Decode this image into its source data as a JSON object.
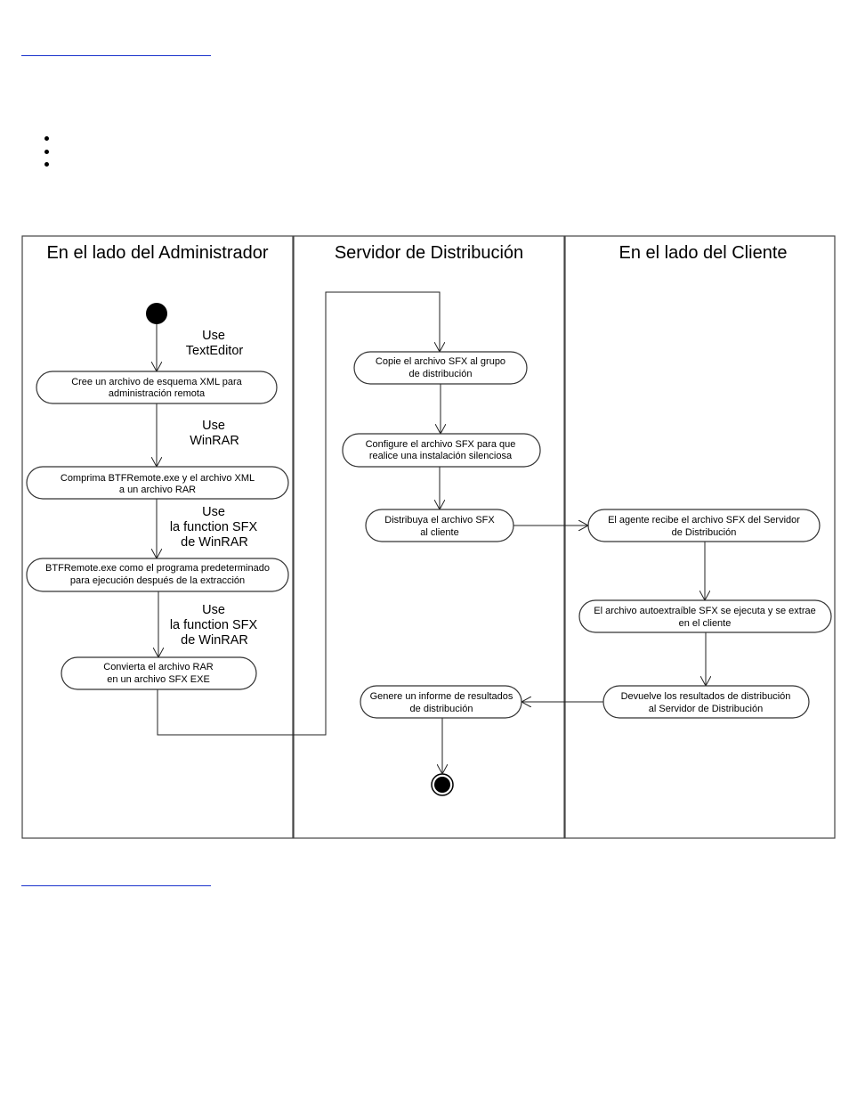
{
  "lanes": [
    {
      "id": "admin",
      "title": "En el lado del Administrador"
    },
    {
      "id": "server",
      "title": "Servidor de Distribución"
    },
    {
      "id": "client",
      "title": "En el lado del Cliente"
    }
  ],
  "nodes": [
    {
      "id": "n1",
      "lines": [
        "Cree un archivo de esquema XML para",
        "administración remota"
      ]
    },
    {
      "id": "n2",
      "lines": [
        "Comprima BTFRemote.exe y el archivo XML",
        "a un archivo RAR"
      ]
    },
    {
      "id": "n3",
      "lines": [
        "BTFRemote.exe como el programa predeterminado",
        "para ejecución después de la extracción"
      ]
    },
    {
      "id": "n4",
      "lines": [
        "Convierta el archivo RAR",
        "en un archivo SFX EXE"
      ]
    },
    {
      "id": "n5",
      "lines": [
        "Copie el archivo SFX al grupo",
        "de distribución"
      ]
    },
    {
      "id": "n6",
      "lines": [
        "Configure el archivo SFX para que",
        "realice una instalación silenciosa"
      ]
    },
    {
      "id": "n7",
      "lines": [
        "Distribuya el archivo SFX",
        "al cliente"
      ]
    },
    {
      "id": "n8",
      "lines": [
        "El agente recibe el archivo SFX del Servidor",
        "de Distribución"
      ]
    },
    {
      "id": "n9",
      "lines": [
        "El archivo autoextraíble SFX se ejecuta y se extrae",
        "en el cliente"
      ]
    },
    {
      "id": "n10",
      "lines": [
        "Devuelve los resultados de distribución",
        "al Servidor de Distribución"
      ]
    },
    {
      "id": "n11",
      "lines": [
        "Genere un informe de resultados",
        "de distribución"
      ]
    }
  ],
  "notes": [
    {
      "id": "note1",
      "lines": [
        "Use",
        "TextEditor"
      ]
    },
    {
      "id": "note2",
      "lines": [
        "Use",
        "WinRAR"
      ]
    },
    {
      "id": "note3",
      "lines": [
        "Use",
        "la function SFX",
        "de WinRAR"
      ]
    },
    {
      "id": "note4",
      "lines": [
        "Use",
        "la function SFX",
        "de WinRAR"
      ]
    }
  ]
}
